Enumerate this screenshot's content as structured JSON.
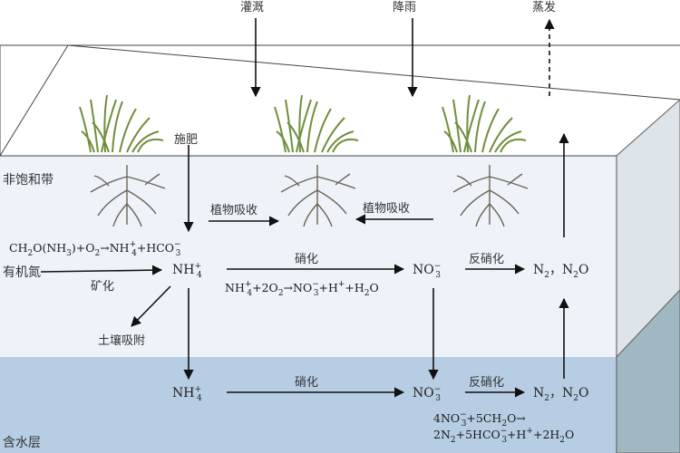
{
  "top_labels": {
    "irrigation": "灌溉",
    "rain": "降雨",
    "evaporation": "蒸发"
  },
  "zones": {
    "unsaturated": "非饱和带",
    "aquifer": "含水层"
  },
  "labels": {
    "fertilize": "施肥",
    "plant_uptake_left": "植物吸收",
    "plant_uptake_right": "植物吸收",
    "organic_n": "有机氮",
    "mineralization": "矿化",
    "soil_adsorption": "土壤吸附",
    "nitrification_upper": "硝化",
    "nitrification_lower": "硝化",
    "denitrification_upper": "反硝化",
    "denitrification_lower": "反硝化"
  },
  "species": {
    "nh4_upper": "NH4+",
    "no3_upper": "NO3−",
    "n2_n2o_upper": "N2，N2O",
    "nh4_lower": "NH4+",
    "no3_lower": "NO3−",
    "n2_n2o_lower": "N2，N2O"
  },
  "equations": {
    "urea_hydrolysis": "CH2O(NH3)+O2→NH4++HCO3−",
    "nitrification": "NH4++2O2→NO3−+H++H2O",
    "denitrification_line1": "4NO3−+5CH2O→",
    "denitrification_line2": "2N2+5HCO3−+H++2H2O"
  },
  "colors": {
    "unsaturated_fill": "#eef3fa",
    "aquifer_fill": "#b7cde3",
    "side_unsat": "#dde5ea",
    "side_aquifer": "#9fb8c2",
    "top_face": "#ffffff",
    "grass": "#6f8f3c",
    "root": "#6e6255"
  }
}
